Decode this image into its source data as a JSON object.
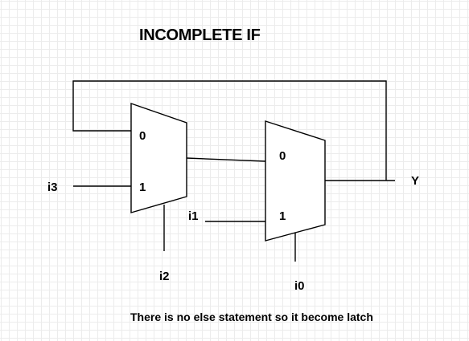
{
  "diagram": {
    "title": "INCOMPLETE IF",
    "note": "There is no else statement so it become latch",
    "mux_first": {
      "input_0_label": "0",
      "input_1_label": "1"
    },
    "mux_second": {
      "input_0_label": "0",
      "input_1_label": "1"
    },
    "signals": {
      "i3": "i3",
      "i2": "i2",
      "i1": "i1",
      "i0": "i0",
      "output": "Y"
    }
  }
}
